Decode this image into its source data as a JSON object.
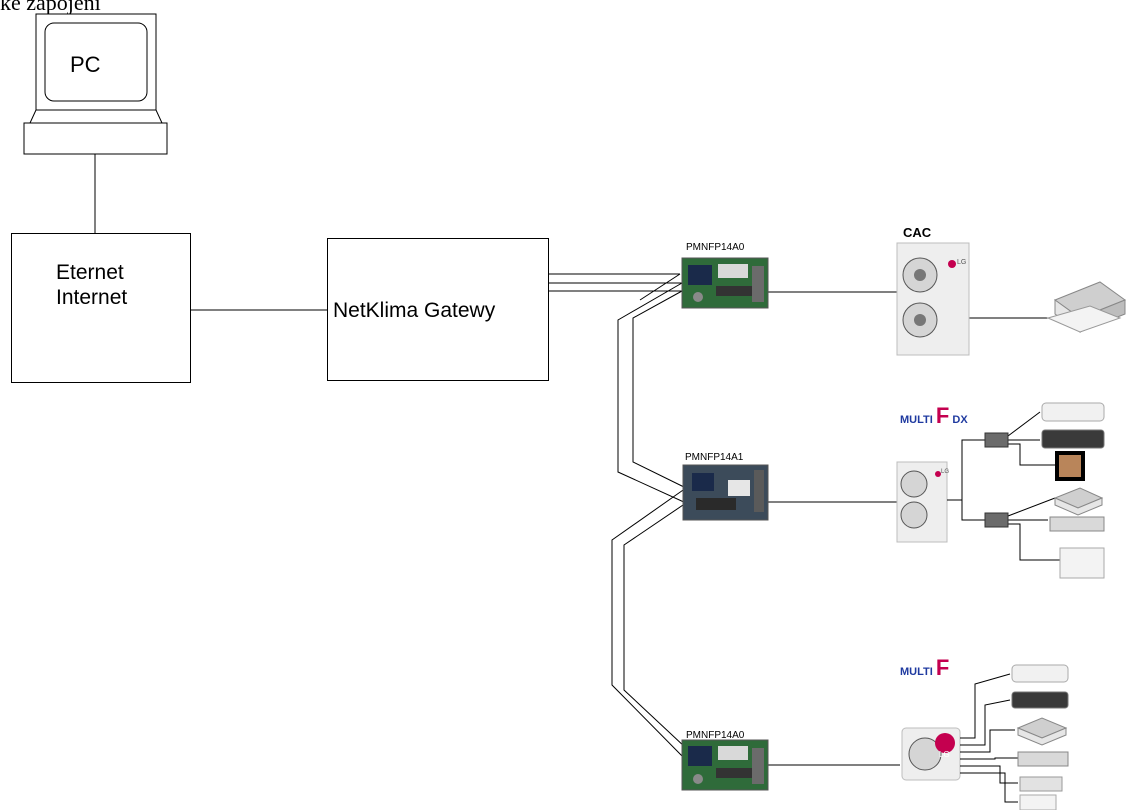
{
  "header_text": "ke zapojeni",
  "pc": {
    "label": "PC"
  },
  "network": {
    "line1": "Eternet",
    "line2": "Internet"
  },
  "gateway": {
    "label": "NetKlima Gatewy"
  },
  "modules": [
    {
      "model": "PMNFP14A0"
    },
    {
      "model": "PMNFP14A1"
    },
    {
      "model": "PMNFP14A0"
    }
  ],
  "systems": {
    "cac": {
      "label": "CAC"
    },
    "multi_f_dx": {
      "brand": "MULTI",
      "f": "F",
      "suffix": "DX"
    },
    "multi_f": {
      "brand": "MULTI",
      "f": "F"
    }
  },
  "unit_logo": "LG",
  "colors": {
    "brand_blue": "#1f3aa0",
    "lg_red": "#c4004f",
    "board_green": "#2f6b3a"
  }
}
